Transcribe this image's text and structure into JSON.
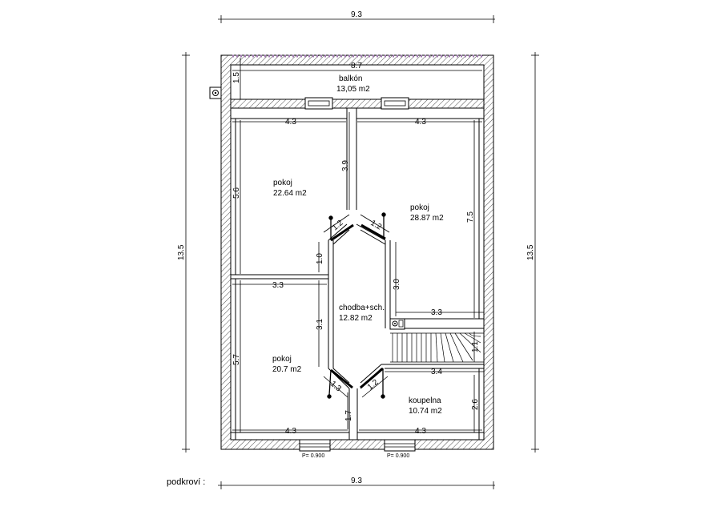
{
  "caption": "podkroví :",
  "dimensions": {
    "top_total": "9.3",
    "bottom_total": "9.3",
    "left_total": "13.5",
    "right_total": "13.5",
    "balcony_width": "8.7",
    "balcony_depth": "1.5",
    "room_tl_width": "4.3",
    "room_tr_width": "4.3",
    "room_bl_width": "4.3",
    "room_br_width": "4.3",
    "room_tl_depth": "5.6",
    "room_bl_depth": "5.7",
    "room_tr_depth": "7.5",
    "corridor_top": "3.9",
    "diag_tl": "1.2",
    "diag_tr": "1.2",
    "diag_bl": "1.3",
    "diag_br": "1.2",
    "corridor_left_upper": "1.0",
    "corridor_left_lower": "3.1",
    "corridor_right_upper": "3.0",
    "left_mid": "3.3",
    "right_mid": "3.3",
    "stair_width": "3.4",
    "stair_depth": "1.1",
    "bath_depth": "2.6",
    "bottom_mid": "1.7"
  },
  "rooms": {
    "balcony": {
      "name": "balkón",
      "area": "13,05 m2"
    },
    "room_tl": {
      "name": "pokoj",
      "area": "22.64 m2"
    },
    "room_tr": {
      "name": "pokoj",
      "area": "28.87 m2"
    },
    "corridor": {
      "name": "chodba+sch.",
      "area": "12.82 m2"
    },
    "room_bl": {
      "name": "pokoj",
      "area": "20.7 m2"
    },
    "bathroom": {
      "name": "koupelna",
      "area": "10.74 m2"
    }
  },
  "windows": {
    "bottom_left": "P= 0.900",
    "bottom_right": "P= 0.900"
  },
  "colors": {
    "line": "#000000",
    "railing": "#a07ab0",
    "background": "#ffffff"
  }
}
